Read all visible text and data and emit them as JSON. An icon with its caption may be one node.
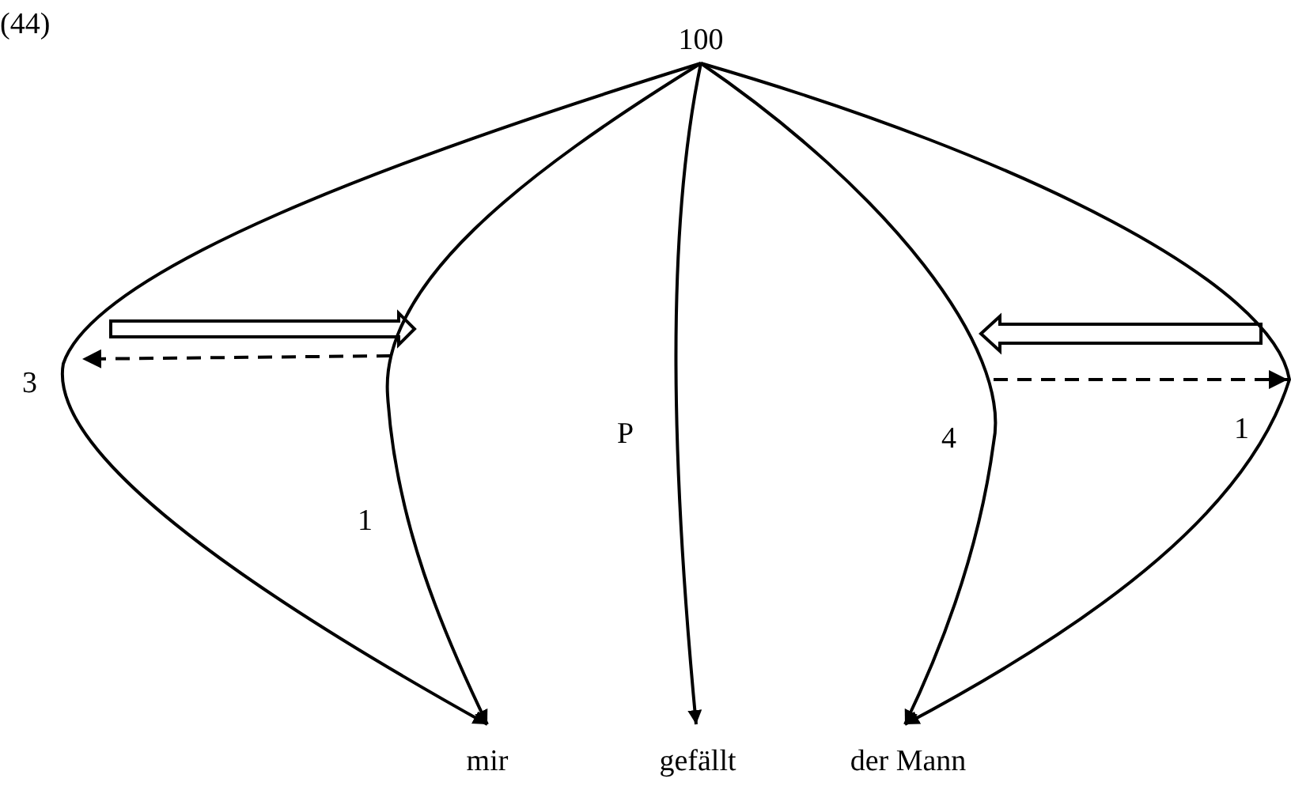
{
  "diagram": {
    "nodes": [
      {
        "text": [
          "100"
        ]
      },
      {
        "text": [
          "mir"
        ]
      },
      {
        "text": [
          "gefällt"
        ]
      },
      {
        "text": [
          "der Mann"
        ]
      }
    ],
    "edges": [
      {
        "from": 0,
        "to": 1,
        "arrow": "to",
        "label": "3"
      },
      {
        "from": 0,
        "to": 1,
        "arrow": "to",
        "label": "1"
      },
      {
        "from": 0,
        "to": 2,
        "arrow": "to",
        "label": "P"
      },
      {
        "from": 0,
        "to": 3,
        "arrow": "to",
        "label": "4"
      },
      {
        "from": 0,
        "to": 3,
        "arrow": "to",
        "label": "1"
      }
    ],
    "labels": [
      "(44)"
    ]
  }
}
